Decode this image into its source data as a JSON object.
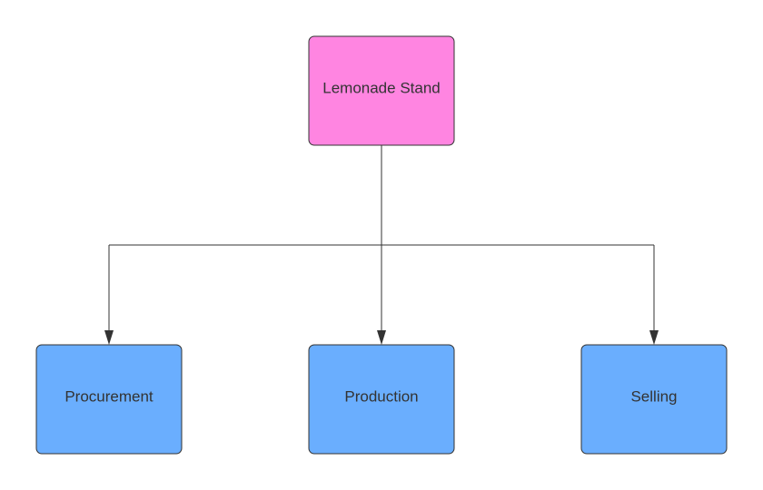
{
  "diagram": {
    "root": {
      "label": "Lemonade Stand",
      "fill": "#ff85e1"
    },
    "children": [
      {
        "label": "Procurement",
        "fill": "#6aaefe"
      },
      {
        "label": "Production",
        "fill": "#6aaefe"
      },
      {
        "label": "Selling",
        "fill": "#6aaefe"
      }
    ],
    "stroke_color": "#333333"
  }
}
